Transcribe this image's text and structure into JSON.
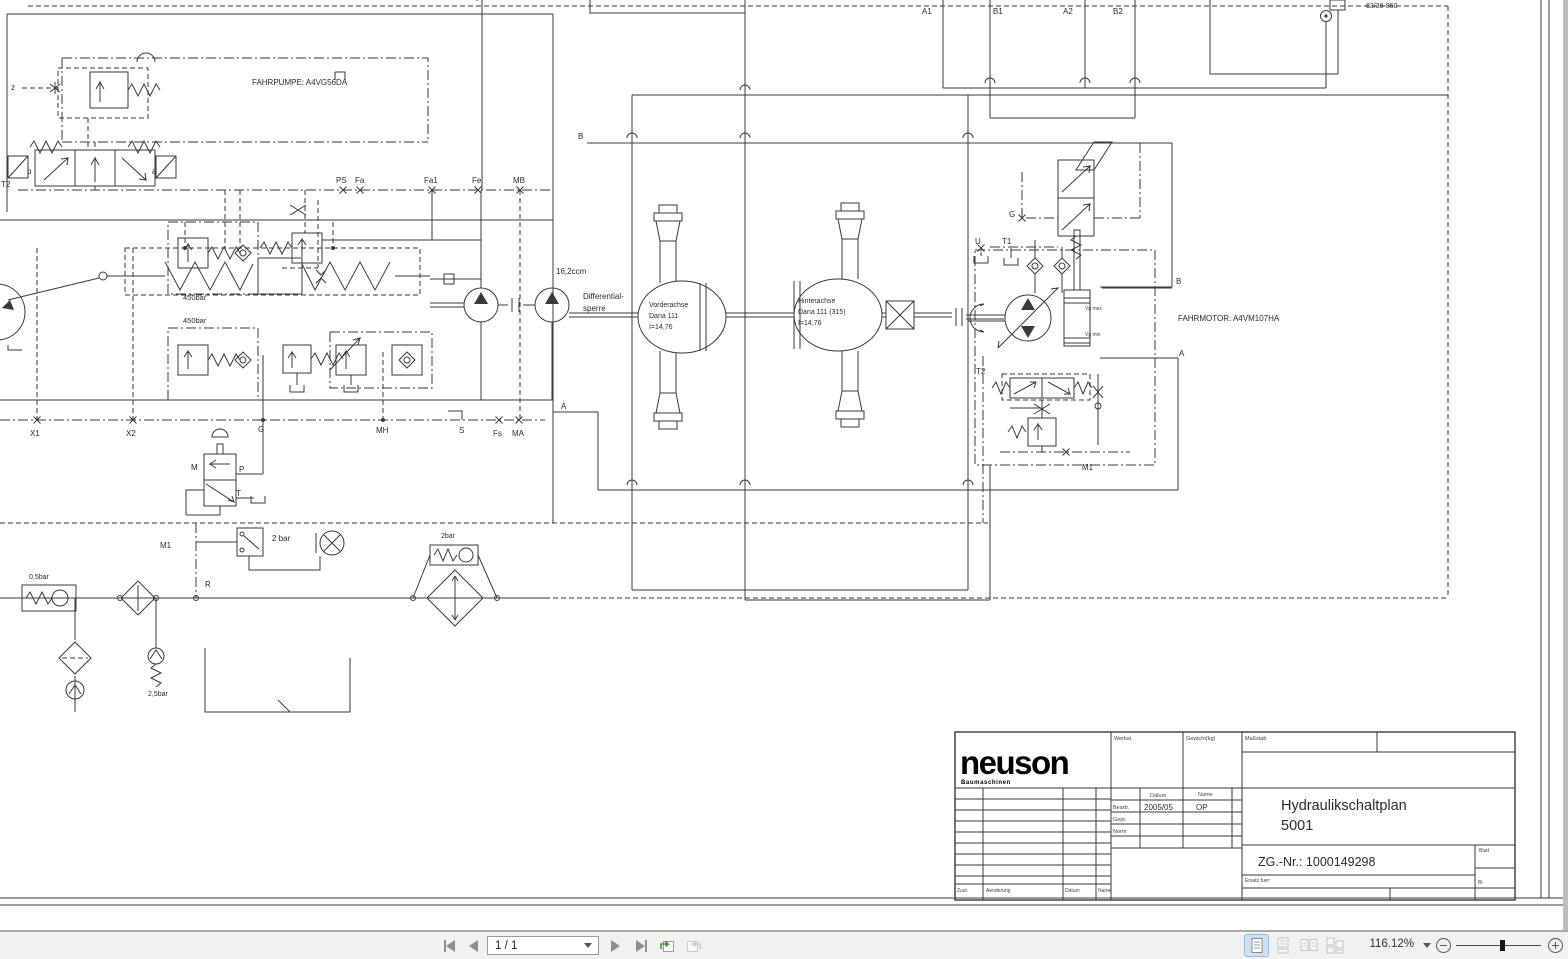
{
  "toolbar": {
    "page_indicator": "1 / 1",
    "zoom_level": "116.12%"
  },
  "diagram": {
    "labels": {
      "fahrpumpe": "FAHRPUMPE: A4VG56DA",
      "fahrmotor": "FAHRMOTOR: A4VM107HA",
      "z": "z",
      "t2_left": "T2",
      "b_sol": "b",
      "a_sol": "a",
      "ps": "PS",
      "fa": "Fa",
      "fa1": "Fa1",
      "fe": "Fe",
      "mb": "MB",
      "b_pump": "B",
      "a_pump": "A",
      "bar450_upper": "450bar",
      "bar450_lower": "450bar",
      "ccm": "16,2ccm",
      "diff_line1": "Differential-",
      "diff_line2": "sperre",
      "x1": "X1",
      "x2": "X2",
      "g_pump": "G",
      "mh": "MH",
      "s": "S",
      "fs": "Fs",
      "ma": "MA",
      "m": "M",
      "p": "P",
      "t": "T",
      "m1_feed": "M1",
      "bar2_switch": "2 bar",
      "bar2_cooler": "2bar",
      "bar05": "0,5bar",
      "r": "R",
      "bar25": "2,5bar",
      "a1": "A1",
      "b1": "B1",
      "a2": "A2",
      "b2": "B2",
      "cylinder": "63/36-850",
      "vorderachse_1": "Vorderachse",
      "vorderachse_2": "Dana 111",
      "vorderachse_3": "I=14,76",
      "hinterachse_1": "Hinterachse",
      "hinterachse_2": "Dana 111 (315)",
      "hinterachse_3": "I=14,76",
      "g_motor": "G",
      "u": "U",
      "t1": "T1",
      "b_motor": "B",
      "a_motor": "A",
      "vg_max": "Vg max",
      "vg_min": "Vg min",
      "t2_motor": "T2",
      "m1_motor": "M1"
    },
    "title_block": {
      "brand": "neuson",
      "brand_sub": "Baumaschinen",
      "werkst": "Werkst.",
      "gewicht": "Gewicht(kg)",
      "massstab": "Maßstab",
      "datum_header": "Datum",
      "name_header": "Name",
      "bearb": "Bearb.",
      "gepr": "Gepr.",
      "norm": "Norm",
      "bearb_datum": "2005/05",
      "bearb_name": "OP",
      "title_line1": "Hydraulikschaltplan",
      "title_line2": "5001",
      "zg_nr": "ZG.-Nr.: 1000149298",
      "blatt": "Blatt",
      "ersatz": "Ersatz fuer:",
      "bl": "Bl.",
      "zust": "Zust.",
      "aenderung": "Aenderung",
      "datum_footer": "Datum",
      "name_footer": "Name"
    }
  }
}
